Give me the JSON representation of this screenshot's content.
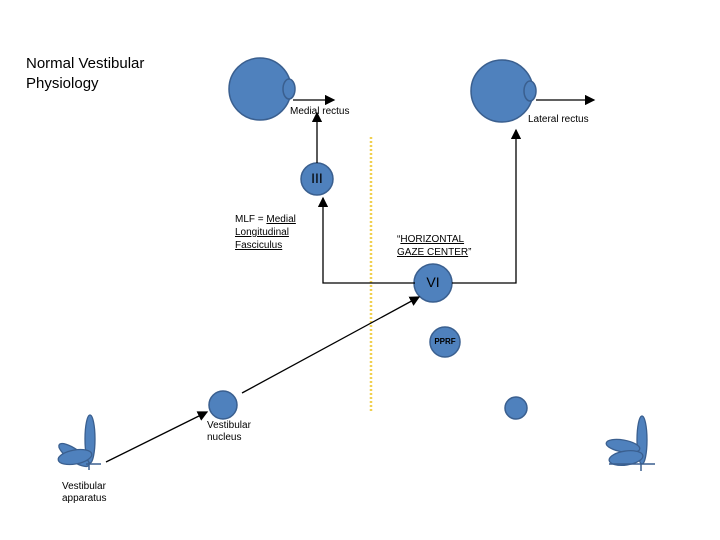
{
  "title": "Normal Vestibular Physiology",
  "labels": {
    "medial_rectus": "Medial rectus",
    "lateral_rectus": "Lateral rectus",
    "nucleus_III": "III",
    "nucleus_VI": "VI",
    "pprf": "PPRF",
    "mlf_prefix": "MLF = ",
    "mlf_line1": "Medial",
    "mlf_line2": "Longitudinal",
    "mlf_line3": "Fasciculus",
    "gaze_quote_open": "“",
    "gaze_line1": "HORIZONTAL",
    "gaze_line2": "GAZE CENTER",
    "gaze_quote_close": "”",
    "vestibular_nucleus_line1": "Vestibular",
    "vestibular_nucleus_line2": "nucleus",
    "vestibular_apparatus_line1": "Vestibular",
    "vestibular_apparatus_line2": "apparatus"
  },
  "colors": {
    "fill": "#4f81bd",
    "stroke": "#3a5f8f",
    "midline": "#f0d050",
    "arrow": "#000000"
  }
}
